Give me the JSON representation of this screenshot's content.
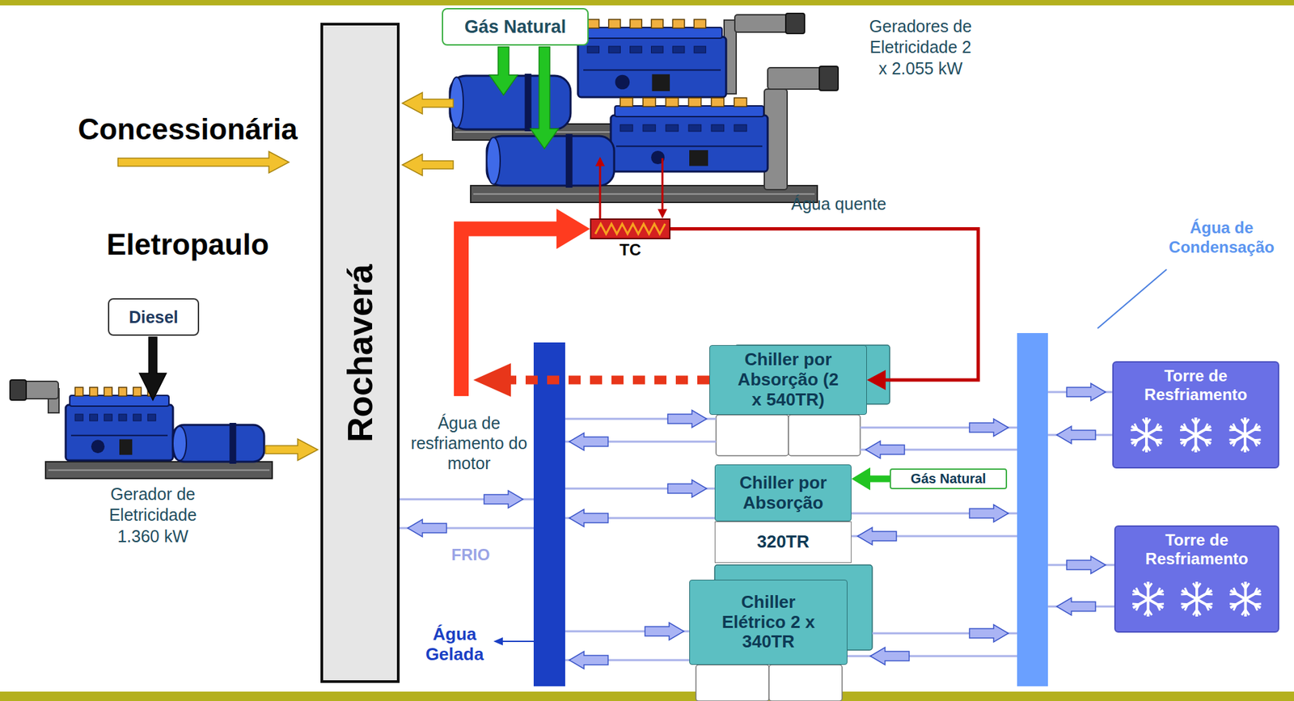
{
  "diagram": {
    "nodes": [
      {
        "text": [
          "Gás Natural"
        ]
      },
      {
        "text": [
          "Rochaverá"
        ]
      },
      {
        "text": [
          "Diesel"
        ]
      },
      {
        "text": [
          "TC"
        ]
      },
      {
        "text": [
          "Chiller por Absorção (2 x 540TR)"
        ]
      },
      {
        "text": [
          "Chiller por Absorção",
          "320TR"
        ]
      },
      {
        "text": [
          "Gás Natural"
        ]
      },
      {
        "text": [
          "Chiller Elétrico 2 x 340TR"
        ]
      },
      {
        "text": [
          "Torre de Resfriamento"
        ]
      },
      {
        "text": [
          "Torre de Resfriamento"
        ]
      }
    ],
    "edges": [
      {
        "from": 3,
        "to": 4,
        "arrow": "to"
      },
      {
        "from": 4,
        "to": 3,
        "arrow": "to"
      },
      {
        "from": 6,
        "to": 5,
        "arrow": "to"
      }
    ],
    "labels": [
      "Concessionária",
      "Eletropaulo",
      "Geradores de Eletricidade 2 x 2.055 kW",
      "Gerador de Eletricidade 1.360 kW",
      "Água quente",
      "Água de Condensação",
      "Água de resfriamento do motor",
      "FRIO",
      "Água Gelada"
    ]
  }
}
